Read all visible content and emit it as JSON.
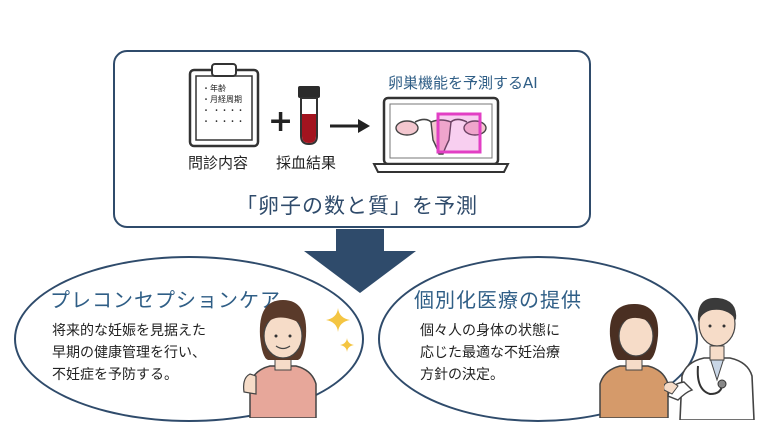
{
  "top_panel": {
    "questionnaire_lines": [
      "・年齢",
      "・月経周期",
      "・  ・・・・",
      "・  ・・・・"
    ],
    "questionnaire_label": "問診内容",
    "plus_sign": "+",
    "blood_label": "採血結果",
    "ai_title": "卵巣機能を予測するAI",
    "prediction_text": "「卵子の数と質」を予測"
  },
  "left_card": {
    "title": "プレコンセプションケア",
    "lines": [
      "将来的な妊娠を見据えた",
      "早期の健康管理を行い、",
      "不妊症を予防する。"
    ]
  },
  "right_card": {
    "title": "個別化医療の提供",
    "lines": [
      "個々人の身体の状態に",
      "応じた最適な不妊治療",
      "方針の決定。"
    ]
  },
  "colors": {
    "navy": "#2f4b6b",
    "accent_blue": "#2f5e86",
    "highlight": "#e23fc4",
    "skin": "#f6dcc8",
    "shirt": "#e7a79a"
  },
  "icons": [
    "clipboard-icon",
    "blood-tube-icon",
    "arrow-right-icon",
    "laptop-icon",
    "uterus-icon",
    "down-arrow-icon",
    "woman-icon",
    "sparkle-icon",
    "doctor-icon"
  ]
}
